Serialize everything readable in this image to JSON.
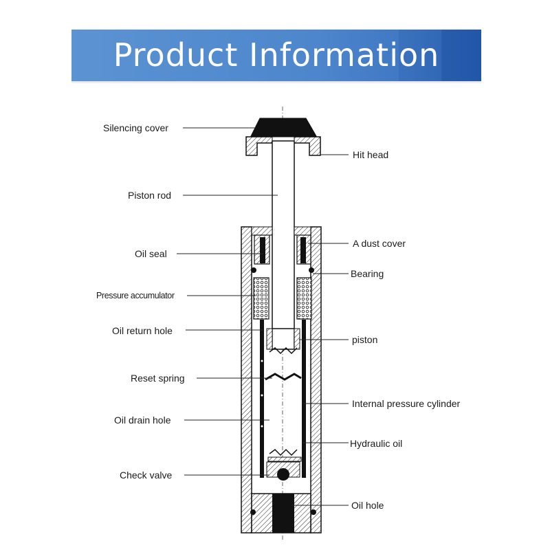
{
  "header": {
    "title": "Product Information"
  },
  "labels": {
    "silencing_cover": "Silencing cover",
    "hit_head": "Hit head",
    "piston_rod": "Piston rod",
    "dust_cover": "A dust cover",
    "oil_seal": "Oil seal",
    "bearing": "Bearing",
    "pressure_accumulator": "Pressure accumulator",
    "oil_return_hole": "Oil return hole",
    "piston": "piston",
    "reset_spring": "Reset spring",
    "internal_pressure_cylinder": "Internal pressure cylinder",
    "oil_drain_hole": "Oil drain hole",
    "hydraulic_oil": "Hydraulic oil",
    "check_valve": "Check valve",
    "oil_hole": "Oil hole"
  },
  "colors": {
    "banner": "#4d86cc",
    "ink": "#1a1a1a"
  }
}
